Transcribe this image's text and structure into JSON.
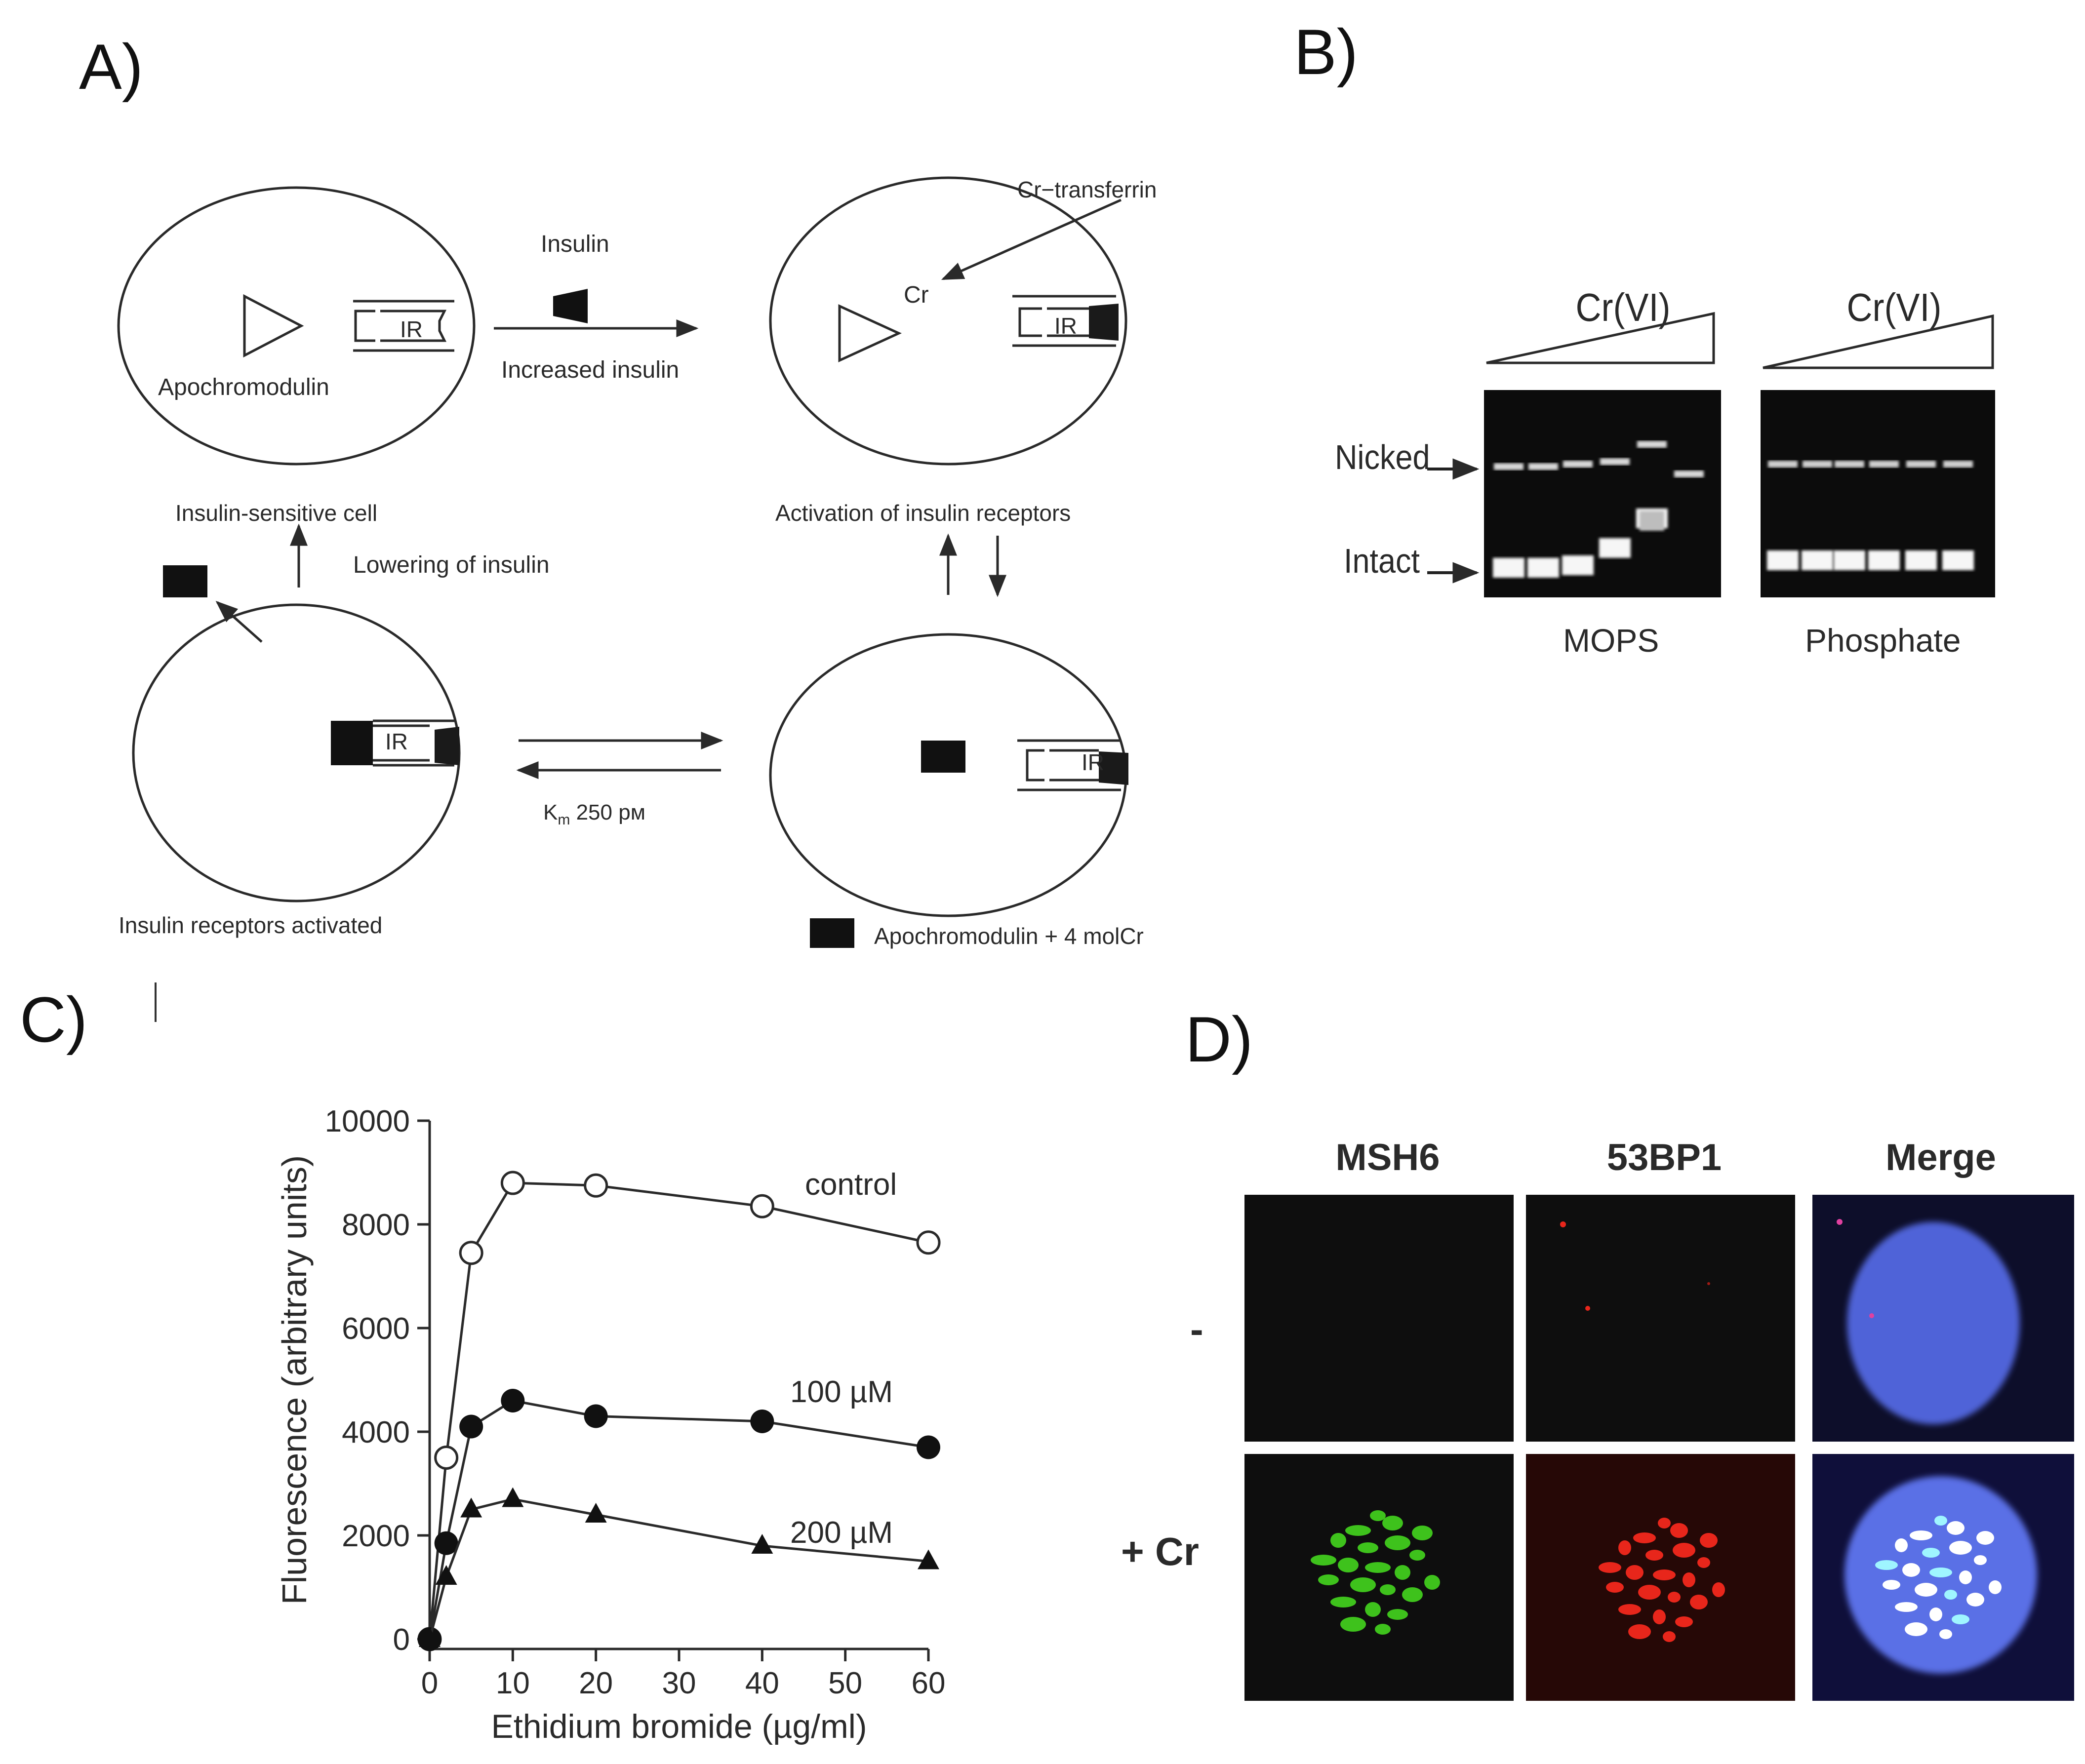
{
  "panels": {
    "a": "A)",
    "b": "B)",
    "c": "C)",
    "d": "D)"
  },
  "panel_a": {
    "cell1_text": "Apochromodulin",
    "cell1_caption": "Insulin-sensitive cell",
    "insulin_label": "Insulin",
    "increased_insulin": "Increased insulin",
    "cr_transferrin": "Cr−transferrin",
    "cr_text": "Cr",
    "cell2_caption": "Activation of insulin receptors",
    "lowering_insulin": "Lowering of insulin",
    "cell3_caption": "Insulin receptors activated",
    "km_label": "K",
    "km_sub": "m",
    "km_value": " 250 pм",
    "legend_text": "Apochromodulin + 4 molCr",
    "ir_label": "IR"
  },
  "panel_b": {
    "gel1_title": "Cr(VI)",
    "gel2_title": "Cr(VI)",
    "nicked": "Nicked",
    "intact": "Intact",
    "gel1_buffer": "MOPS",
    "gel2_buffer": "Phosphate"
  },
  "panel_d": {
    "col1": "MSH6",
    "col2": "53BP1",
    "col3": "Merge",
    "row1": "-",
    "row2": "+ Cr"
  },
  "colors": {
    "green_foci": "#3ec21c",
    "red_foci": "#e8261b",
    "nucleus_blue": "#4f64d8",
    "dark_bg": "#0c0c0c"
  },
  "chart_data": {
    "type": "line",
    "xlabel": "Ethidium bromide (µg/ml)",
    "ylabel": "Fluorescence (arbitrary units)",
    "xlim": [
      0,
      60
    ],
    "ylim": [
      0,
      10000
    ],
    "x_ticks": [
      "0",
      "10",
      "20",
      "30",
      "40",
      "50",
      "60"
    ],
    "y_ticks": [
      "0",
      "2000",
      "4000",
      "6000",
      "8000",
      "10000"
    ],
    "x": [
      0,
      2,
      5,
      10,
      20,
      40,
      60
    ],
    "series": [
      {
        "name": "control",
        "marker": "open-circle",
        "values": [
          0,
          3500,
          7450,
          8800,
          8750,
          8350,
          7650
        ]
      },
      {
        "name": "100 µM",
        "marker": "filled-circle",
        "values": [
          0,
          1850,
          4100,
          4600,
          4300,
          4200,
          3700
        ]
      },
      {
        "name": "200 µM",
        "marker": "filled-triangle",
        "values": [
          0,
          1200,
          2500,
          2700,
          2400,
          1800,
          1500
        ]
      }
    ]
  }
}
